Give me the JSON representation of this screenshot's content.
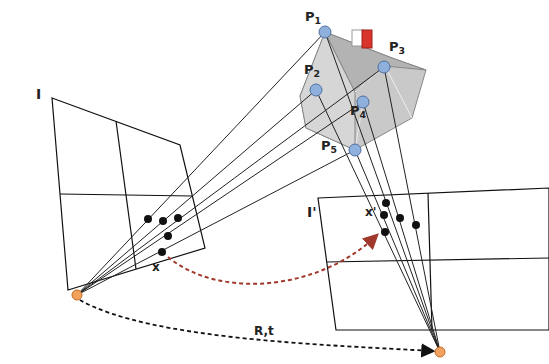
{
  "diagram": {
    "labels": [
      "P1",
      "P2",
      "P3",
      "P4",
      "P5",
      "I",
      "I'",
      "x",
      "x'",
      "R,t"
    ]
  }
}
